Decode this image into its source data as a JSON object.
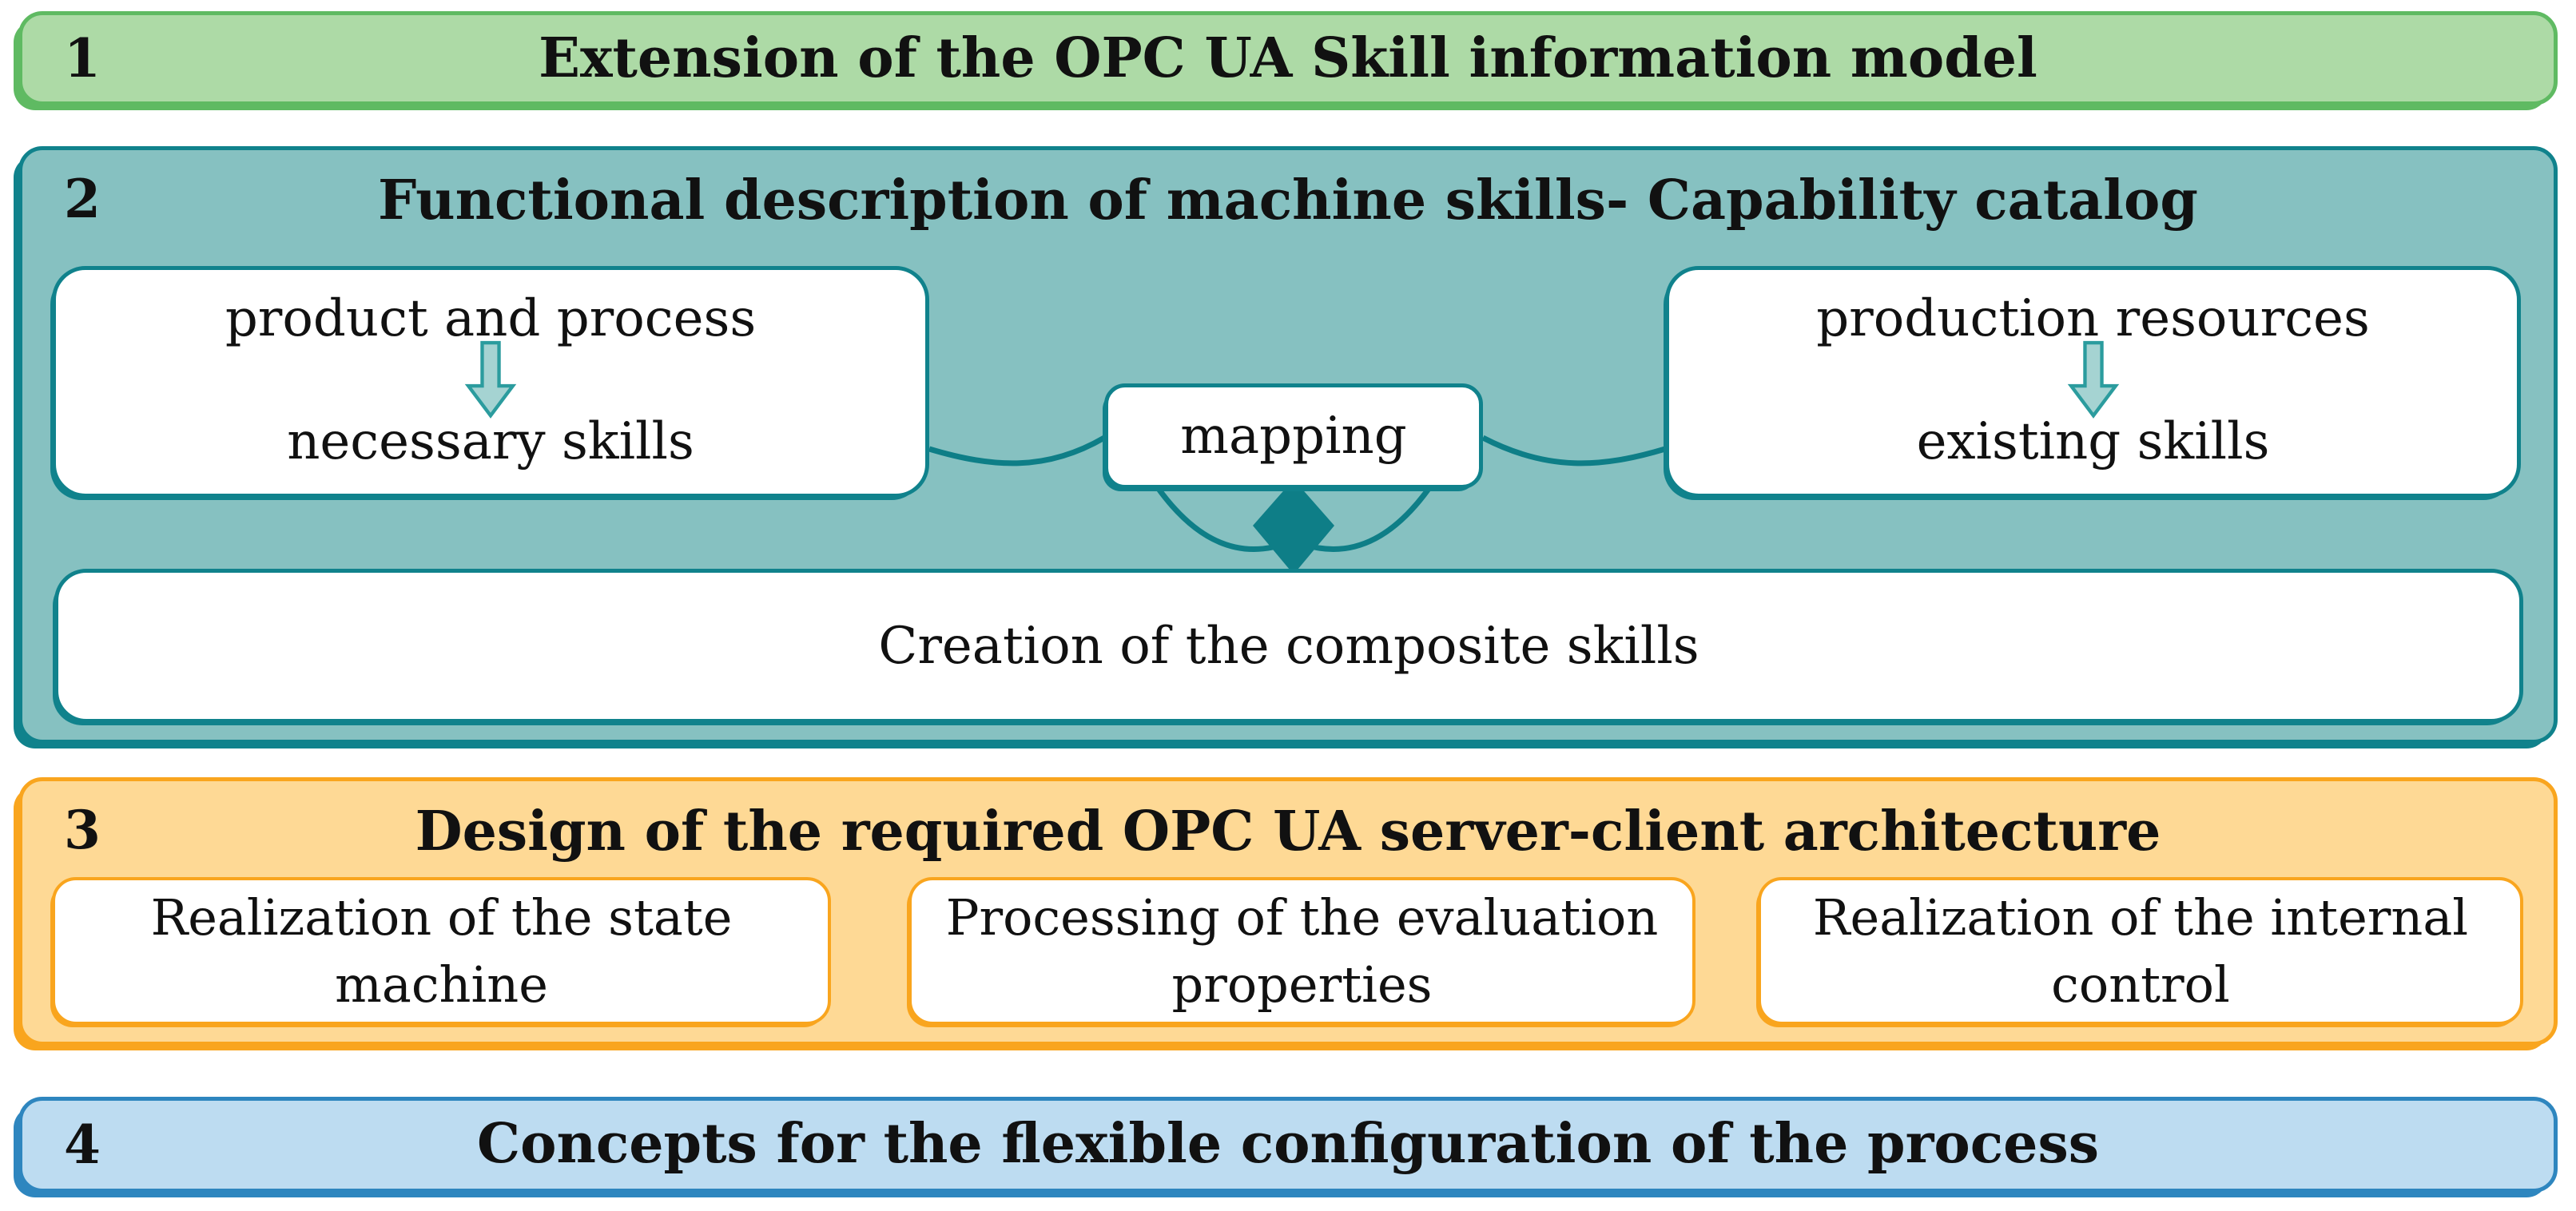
{
  "sections": [
    {
      "number": "1",
      "title": "Extension of the OPC UA Skill information model",
      "fill": "#addaa6",
      "border": "#5fba62"
    },
    {
      "number": "2",
      "title": "Functional description of machine skills- Capability catalog",
      "fill": "#86c1c1",
      "border": "#10828c",
      "connector_color": "#0e7e87",
      "arrow_fill": "#a5d3d2",
      "arrow_stroke": "#2b9c9e",
      "boxes": {
        "left": {
          "top_label": "product and process",
          "bottom_label": "necessary skills"
        },
        "right": {
          "top_label": "production resources",
          "bottom_label": "existing skills"
        },
        "mapping": {
          "label": "mapping"
        },
        "creation": {
          "label": "Creation of the composite skills"
        }
      }
    },
    {
      "number": "3",
      "title": "Design of the required OPC UA server-client architecture",
      "fill": "#fed995",
      "border": "#f9a51e",
      "boxes": [
        {
          "label": "Realization of the state machine"
        },
        {
          "label": "Processing of the evaluation properties"
        },
        {
          "label": "Realization of the internal control"
        }
      ]
    },
    {
      "number": "4",
      "title": "Concepts for the flexible configuration of the process",
      "fill": "#bddcf1",
      "border": "#2e86bf"
    }
  ],
  "icons": {
    "down_block_arrow": "down-block-arrow",
    "merge_arrowhead": "diamond-arrowhead"
  }
}
